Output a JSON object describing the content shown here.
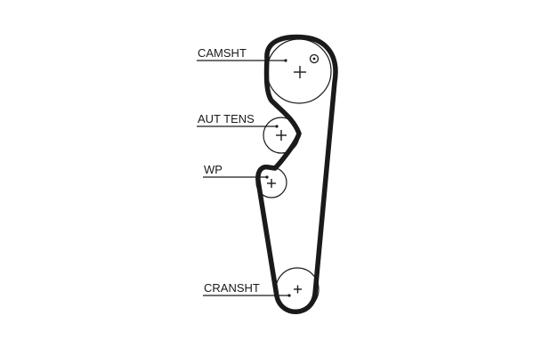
{
  "diagram": {
    "labels": {
      "camshaft": "CAMSHT",
      "auto_tensioner": "AUT TENS",
      "water_pump": "WP",
      "crankshaft": "CRANSHT"
    },
    "colors": {
      "ink": "#1a1a1a",
      "background": "#ffffff"
    }
  }
}
